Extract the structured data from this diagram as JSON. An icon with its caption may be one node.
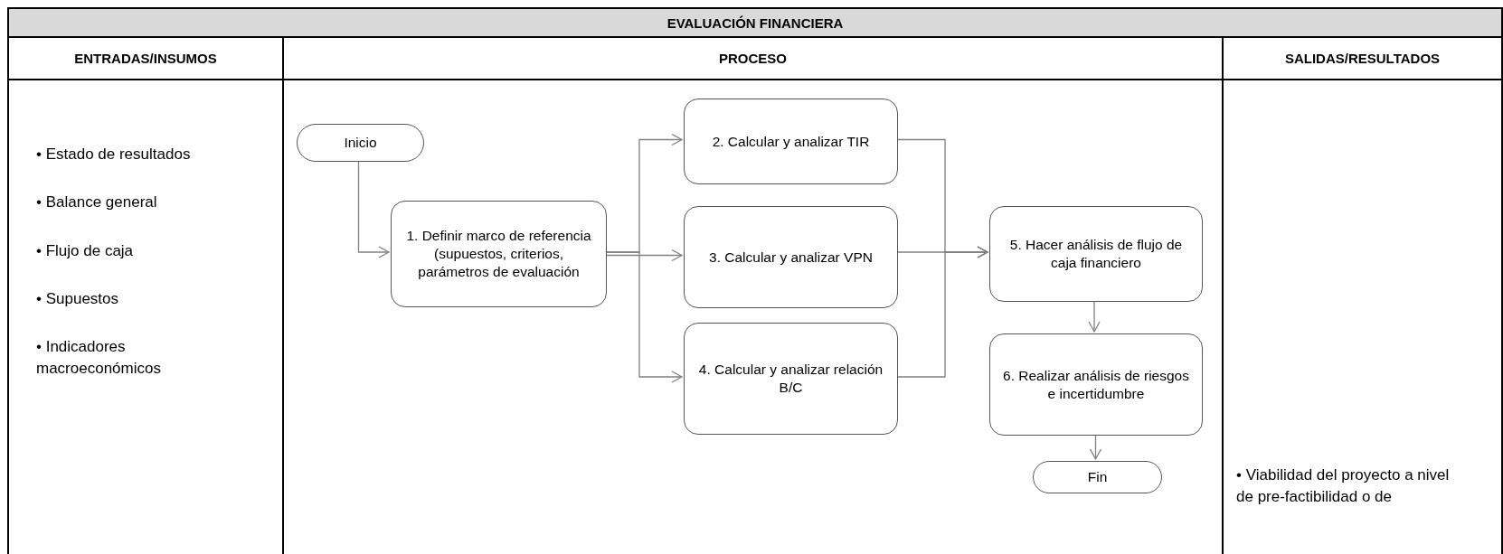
{
  "diagram": {
    "title": "EVALUACIÓN FINANCIERA",
    "nodes": [
      {
        "text": [
          "ENTRADAS/INSUMOS",
          "• Estado de resultados",
          "• Balance general",
          "• Flujo de caja",
          "• Supuestos",
          "• Indicadores macroeconómicos"
        ]
      },
      {
        "text": [
          "PROCESO"
        ]
      },
      {
        "text": [
          "Inicio"
        ],
        "in": 1
      },
      {
        "text": [
          "1. Definir marco de referencia (supuestos, criterios, parámetros de evaluación"
        ],
        "in": 1
      },
      {
        "text": [
          "2. Calcular y analizar TIR"
        ],
        "in": 1
      },
      {
        "text": [
          "3. Calcular y analizar VPN"
        ],
        "in": 1
      },
      {
        "text": [
          "4. Calcular y analizar relación B/C"
        ],
        "in": 1
      },
      {
        "text": [
          "5. Hacer análisis de flujo de caja financiero"
        ],
        "in": 1
      },
      {
        "text": [
          "6. Realizar análisis de riesgos e incertidumbre"
        ],
        "in": 1
      },
      {
        "text": [
          "Fin"
        ],
        "in": 1
      },
      {
        "text": [
          "SALIDAS/RESULTADOS",
          "• Viabilidad del proyecto a nivel de pre-factibilidad o de"
        ]
      }
    ],
    "edges": [
      {
        "from": 2,
        "to": 3,
        "arrow": "to"
      },
      {
        "from": 3,
        "to": 4,
        "arrow": "to"
      },
      {
        "from": 3,
        "to": 5,
        "arrow": "to"
      },
      {
        "from": 3,
        "to": 6,
        "arrow": "to"
      },
      {
        "from": 4,
        "to": 7,
        "arrow": "to"
      },
      {
        "from": 5,
        "to": 7,
        "arrow": "to"
      },
      {
        "from": 6,
        "to": 7,
        "arrow": "to"
      },
      {
        "from": 7,
        "to": 8,
        "arrow": "to"
      },
      {
        "from": 8,
        "to": 9,
        "arrow": "to"
      }
    ]
  }
}
